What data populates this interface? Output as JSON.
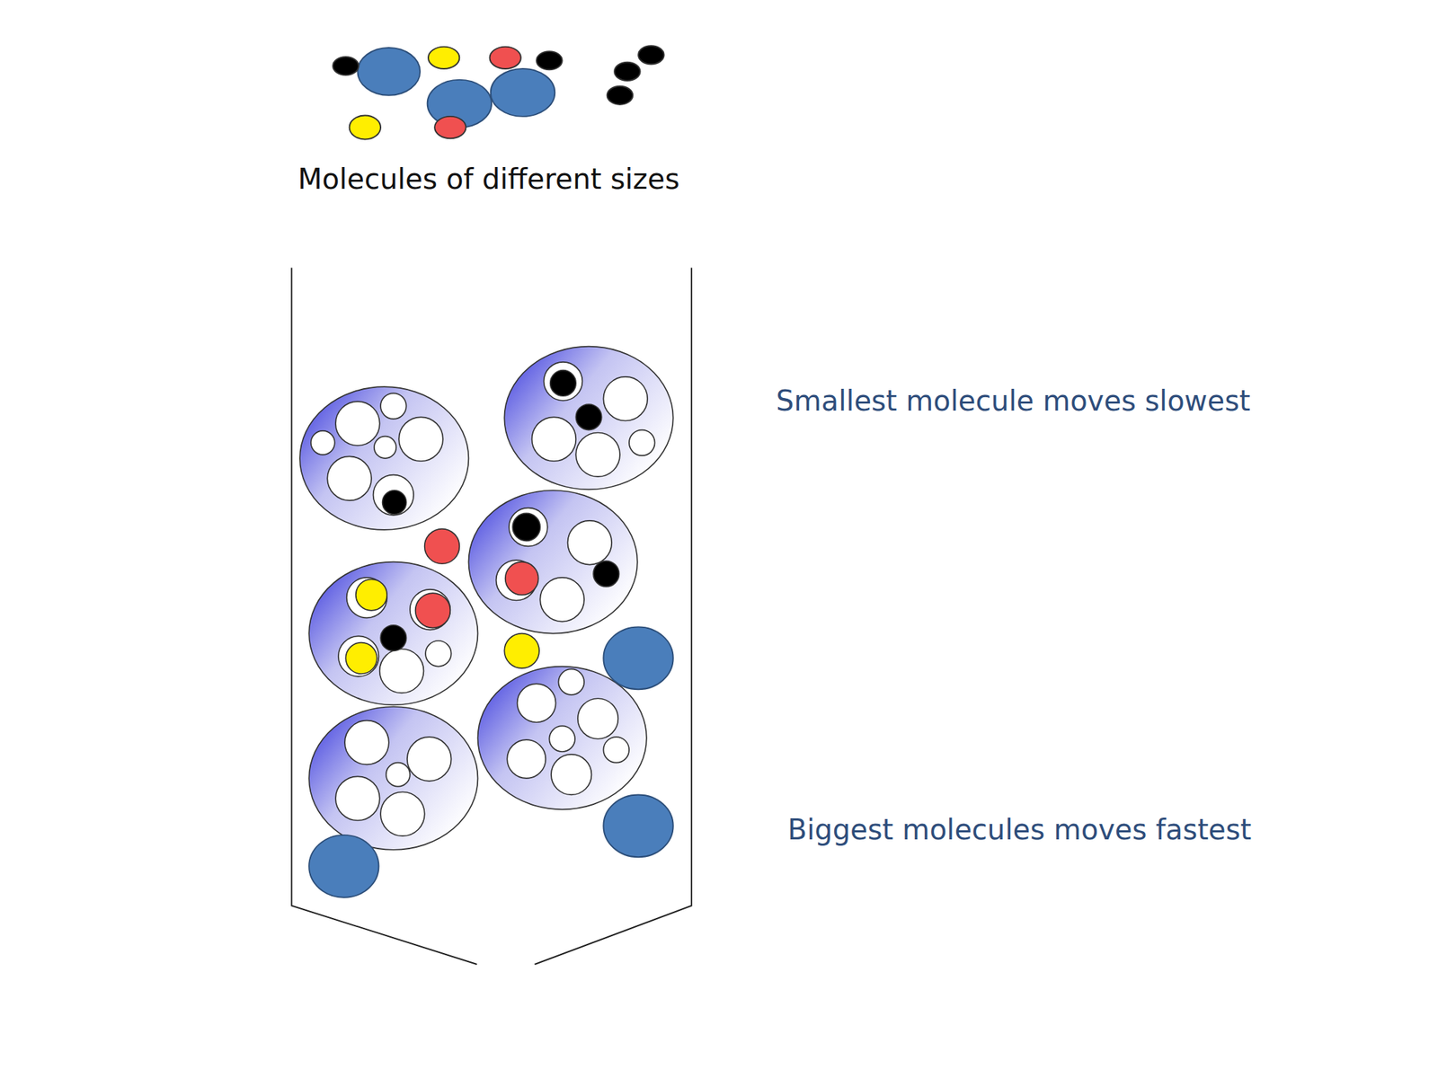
{
  "diagram": {
    "labels": [
      "Molecules of different sizes",
      "Smallest molecule moves slowest",
      "Biggest molecules moves fastest"
    ]
  }
}
